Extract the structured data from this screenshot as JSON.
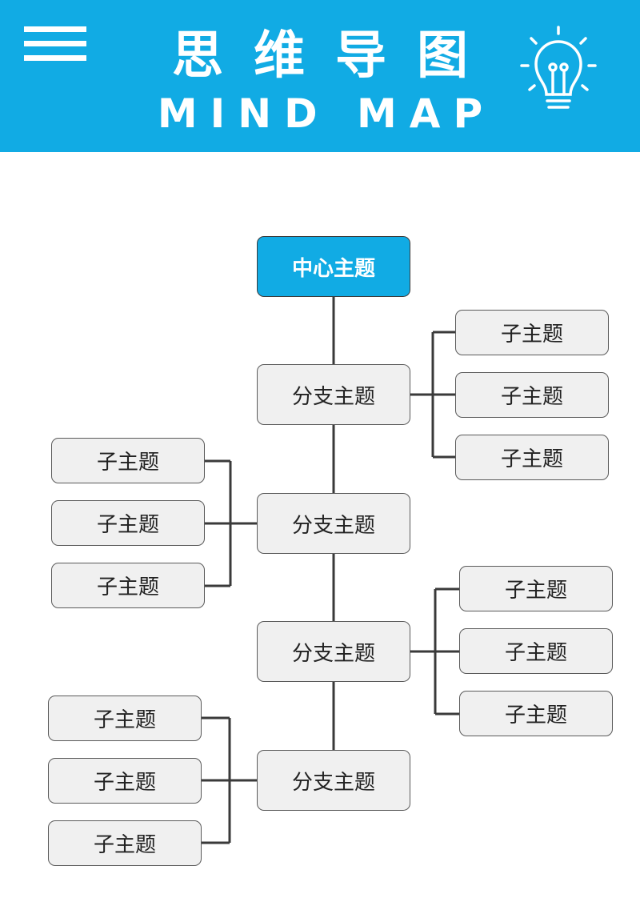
{
  "header": {
    "title_cn": "思维导图",
    "title_en": "MIND MAP",
    "menu_icon": "hamburger-menu-icon",
    "bulb_icon": "lightbulb-icon",
    "background_color": "#11abe4"
  },
  "mindmap": {
    "center": "中心主题",
    "center_color": "#11abe4",
    "branches": [
      {
        "label": "分支主题",
        "side": "right",
        "children": [
          "子主题",
          "子主题",
          "子主题"
        ]
      },
      {
        "label": "分支主题",
        "side": "left",
        "children": [
          "子主题",
          "子主题",
          "子主题"
        ]
      },
      {
        "label": "分支主题",
        "side": "right",
        "children": [
          "子主题",
          "子主题",
          "子主题"
        ]
      },
      {
        "label": "分支主题",
        "side": "left",
        "children": [
          "子主题",
          "子主题",
          "子主题"
        ]
      }
    ]
  }
}
